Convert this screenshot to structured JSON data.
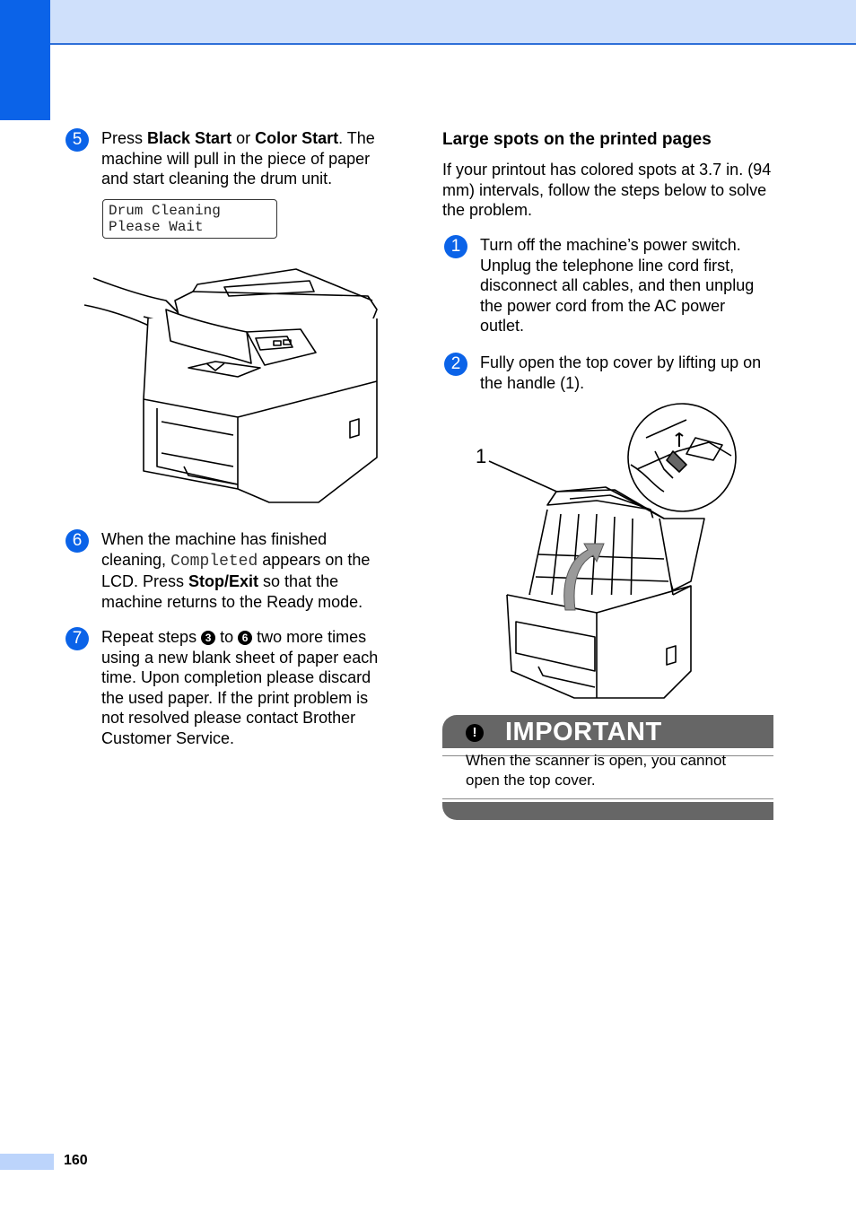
{
  "page": {
    "number": "160"
  },
  "left_column": {
    "step5": {
      "badge": "5",
      "text_parts": [
        "Press ",
        "Black Start",
        " or ",
        "Color Start",
        ". The machine will pull in the piece of paper and start cleaning the drum unit."
      ]
    },
    "lcd": {
      "line1": "Drum Cleaning",
      "line2": "Please Wait"
    },
    "step6": {
      "badge": "6",
      "text_parts": [
        "When the machine has finished cleaning, ",
        "Completed",
        " appears on the LCD. Press ",
        "Stop/Exit",
        " so that the machine returns to the Ready mode."
      ]
    },
    "step7": {
      "badge": "7",
      "text_parts": [
        "Repeat steps ",
        "3",
        " to ",
        "6",
        " two more times using a new blank sheet of paper each time. Upon completion please discard the used paper. If the print problem is not resolved please contact Brother Customer Service."
      ]
    }
  },
  "right_column": {
    "heading": "Large spots on the printed pages",
    "intro": "If your printout has colored spots at 3.7 in. (94 mm) intervals, follow the steps below to solve the problem.",
    "step1": {
      "badge": "1",
      "text": "Turn off the machine’s power switch. Unplug the telephone line cord first, disconnect all cables, and then unplug the power cord from the AC power outlet."
    },
    "step2": {
      "badge": "2",
      "text": "Fully open the top cover by lifting up on the handle (1)."
    },
    "callout_label": "1",
    "important": {
      "icon": "!",
      "title": "IMPORTANT",
      "text": "When the scanner is open, you cannot open the top cover."
    }
  },
  "colors": {
    "accent_blue": "#0b63e8",
    "band_blue": "#cfe0fb",
    "important_gray": "#666666"
  }
}
